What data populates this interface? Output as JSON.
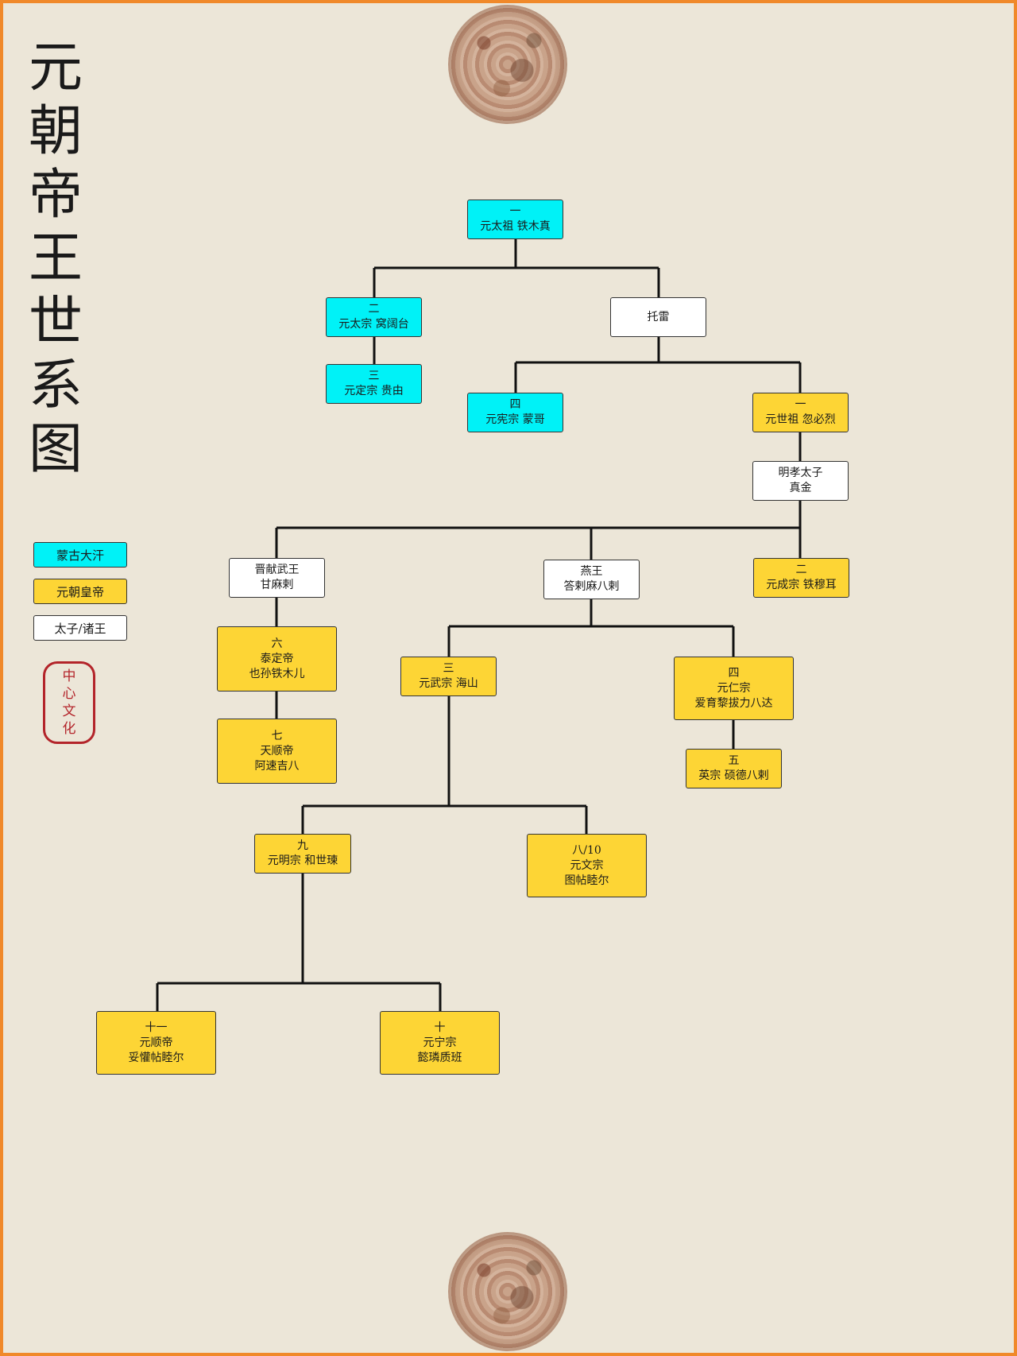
{
  "title_chars": [
    "元",
    "朝",
    "帝",
    "王",
    "世",
    "系",
    "图"
  ],
  "legend": [
    {
      "label": "蒙古大汗",
      "color": "#00f2f7"
    },
    {
      "label": "元朝皇帝",
      "color": "#fdd535"
    },
    {
      "label": "太子/诸王",
      "color": "#ffffff"
    }
  ],
  "seal_chars": [
    "中",
    "心",
    "文",
    "化"
  ],
  "colors": {
    "khan": "#00f2f7",
    "emperor": "#fdd535",
    "prince": "#ffffff",
    "border": "#f0892a",
    "background": "#ece6d8",
    "seal": "#b3242a"
  },
  "nodes": {
    "taizu": {
      "l1": "一",
      "l2": "元太祖 铁木真"
    },
    "taizong": {
      "l1": "二",
      "l2": "元太宗 窝阔台"
    },
    "tuolei": {
      "l1": "托雷"
    },
    "dingzong": {
      "l1": "三",
      "l2": "元定宗 贵由"
    },
    "xianzong": {
      "l1": "四",
      "l2": "元宪宗 蒙哥"
    },
    "shizu": {
      "l1": "一",
      "l2": "元世祖 忽必烈"
    },
    "zhenjin": {
      "l1": "明孝太子",
      "l2": "真金"
    },
    "gamala": {
      "l1": "晋献武王",
      "l2": "甘麻剌"
    },
    "dalamabala": {
      "l1": "燕王",
      "l2": "答剌麻八剌"
    },
    "chengzong": {
      "l1": "二",
      "l2": "元成宗 铁穆耳"
    },
    "taiding": {
      "l1": "六",
      "l2": "泰定帝",
      "l3": "也孙铁木儿"
    },
    "tianshun": {
      "l1": "七",
      "l2": "天顺帝",
      "l3": "阿速吉八"
    },
    "wuzong": {
      "l1": "三",
      "l2": "元武宗 海山"
    },
    "renzong": {
      "l1": "四",
      "l2": "元仁宗",
      "l3": "爱育黎拔力八达"
    },
    "yingzong": {
      "l1": "五",
      "l2": "英宗 硕德八剌"
    },
    "mingzong": {
      "l1": "九",
      "l2": "元明宗 和世瑓"
    },
    "wenzong": {
      "l1": "八/10",
      "l2": "元文宗",
      "l3": "图帖睦尔"
    },
    "shundi": {
      "l1": "十一",
      "l2": "元顺帝",
      "l3": "妥懽帖睦尔"
    },
    "ningzong": {
      "l1": "十",
      "l2": "元宁宗",
      "l3": "懿璘质班"
    }
  }
}
